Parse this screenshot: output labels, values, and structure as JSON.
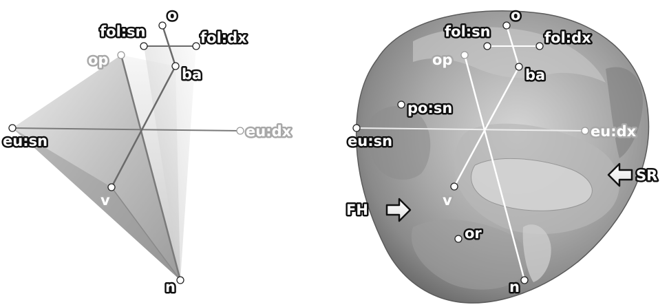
{
  "left_panel": {
    "landmarks": {
      "o": "o",
      "fol_sn": "fol:sn",
      "fol_dx": "fol:dx",
      "op": "op",
      "ba": "ba",
      "eu_sn": "eu:sn",
      "eu_dx": "eu:dx",
      "v": "v",
      "n": "n"
    }
  },
  "right_panel": {
    "landmarks": {
      "o": "o",
      "fol_sn": "fol:sn",
      "fol_dx": "fol:dx",
      "op": "op",
      "ba": "ba",
      "po_sn": "po:sn",
      "eu_sn": "eu:sn",
      "eu_dx": "eu:dx",
      "v": "v",
      "or": "or",
      "n": "n"
    },
    "planes": {
      "fh": "FH",
      "sr": "SR"
    }
  }
}
